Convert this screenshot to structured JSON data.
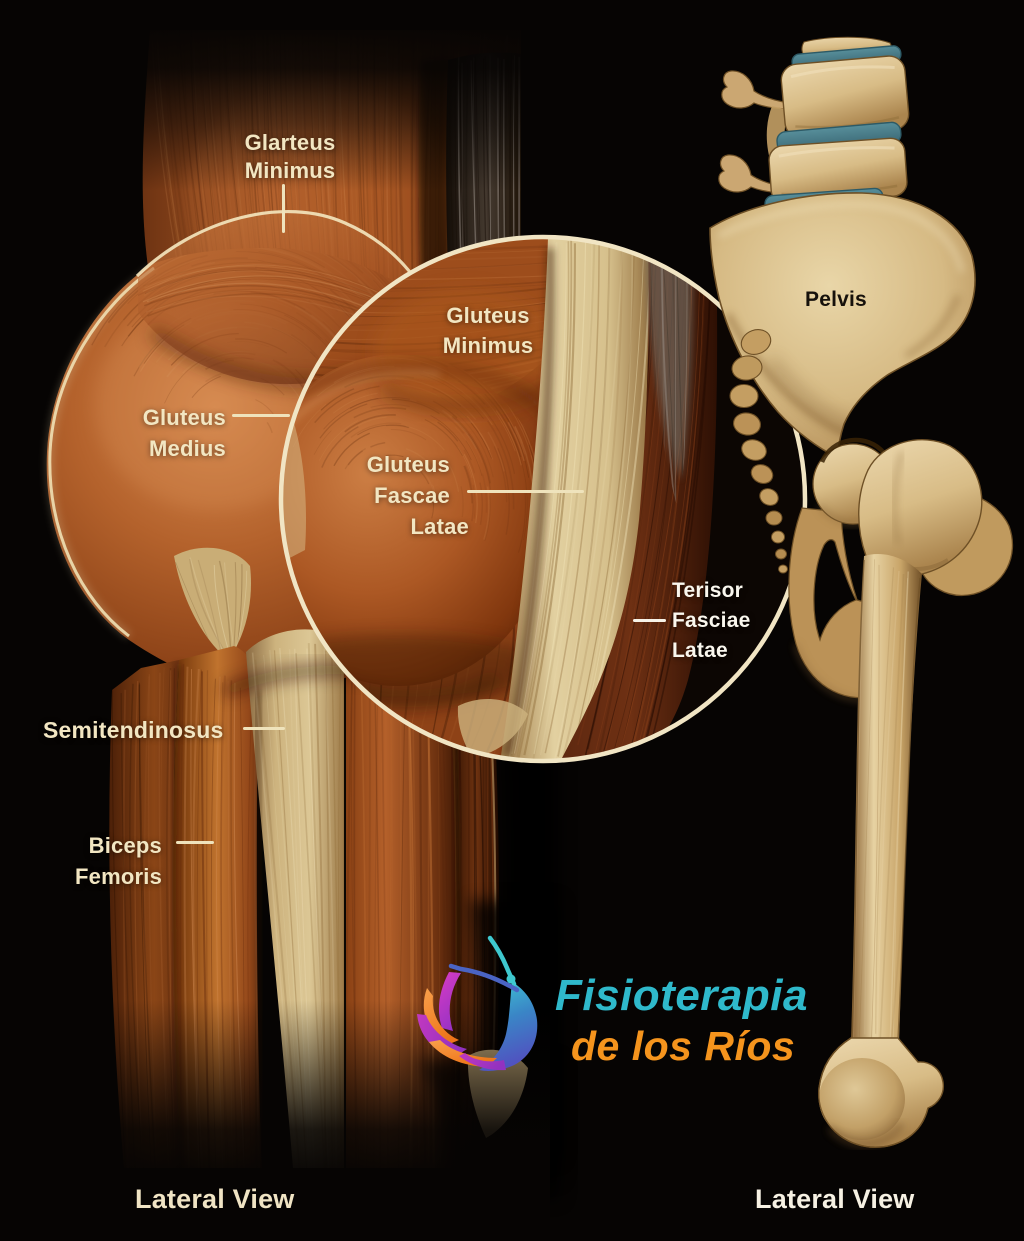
{
  "left_panel": {
    "labels": {
      "gluteus_minimus_outer": {
        "line1": "Glarteus",
        "line2": "Minimus"
      },
      "gluteus_medius": {
        "line1": "Gluteus",
        "line2": "Medius"
      },
      "semitendinosus": {
        "text": "Semitendinosus"
      },
      "biceps_femoris": {
        "line1": "Biceps",
        "line2": "Femoris"
      }
    },
    "caption": "Lateral View"
  },
  "inset": {
    "labels": {
      "gluteus_minimus": {
        "line1": "Gluteus",
        "line2": "Minimus"
      },
      "gluteus_fascae_latae": {
        "line1": "Gluteus",
        "line2": "Fascae",
        "line3": "Latae"
      },
      "tensor_fasciae_latae": {
        "line1": "Terisor",
        "line2": "Fasciae",
        "line3": "Latae"
      }
    }
  },
  "right_panel": {
    "label": "Pelvis",
    "caption": "Lateral View"
  },
  "logo": {
    "line1": "Fisioterapia",
    "line2": "de los Ríos",
    "line1_color": "#2fb9cb",
    "line2_color": "#f5941d"
  },
  "colors": {
    "background": "#060403",
    "label_cream": "#f2e6c2",
    "label_white": "#faf7ee",
    "muscle_orange": "#b35c24",
    "tendon_cream": "#e9d8ab",
    "bone_tan": "#dfc392",
    "disc_teal": "#5e98a6"
  }
}
